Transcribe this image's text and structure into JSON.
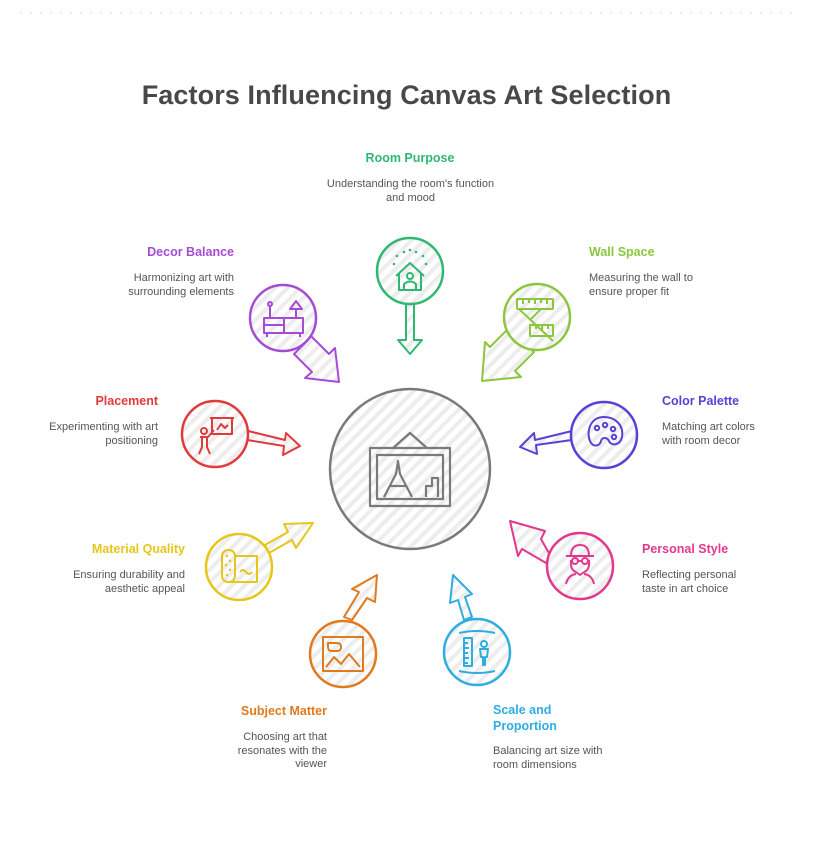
{
  "title": "Factors Influencing Canvas Art Selection",
  "colors": {
    "room_purpose": "#2fb872",
    "wall_space": "#8cc63f",
    "color_palette": "#5b3fd6",
    "personal_style": "#e2388e",
    "scale_proportion": "#2eaee0",
    "subject_matter": "#e07a1f",
    "material_quality": "#e6c619",
    "placement": "#e23a3a",
    "decor_balance": "#a64bd6",
    "center": "#7a7a7a"
  },
  "factors": {
    "room_purpose": {
      "label": "Room Purpose",
      "desc": "Understanding the room's function and mood",
      "icon": "house-icon"
    },
    "wall_space": {
      "label": "Wall Space",
      "desc": "Measuring the wall to ensure proper fit",
      "icon": "tape-measure-icon"
    },
    "color_palette": {
      "label": "Color Palette",
      "desc": "Matching art colors with room decor",
      "icon": "palette-icon"
    },
    "personal_style": {
      "label": "Personal Style",
      "desc": "Reflecting personal taste in art choice",
      "icon": "person-hat-icon"
    },
    "scale_proportion": {
      "label": "Scale and Proportion",
      "desc": "Balancing art size with room dimensions",
      "icon": "ruler-person-icon"
    },
    "subject_matter": {
      "label": "Subject Matter",
      "desc": "Choosing art that resonates with the viewer",
      "icon": "landscape-image-icon"
    },
    "material_quality": {
      "label": "Material Quality",
      "desc": "Ensuring durability and aesthetic appeal",
      "icon": "fabric-roll-icon"
    },
    "placement": {
      "label": "Placement",
      "desc": "Experimenting with art positioning",
      "icon": "person-hanging-art-icon"
    },
    "decor_balance": {
      "label": "Decor Balance",
      "desc": "Harmonizing art with surrounding elements",
      "icon": "furniture-icon"
    }
  },
  "center_icon": "framed-canvas-icon"
}
